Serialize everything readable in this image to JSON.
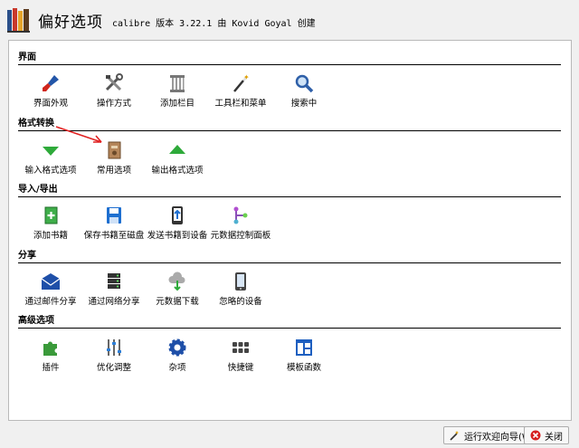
{
  "header": {
    "title": "偏好选项",
    "subtitle": "calibre 版本 3.22.1 由 Kovid Goyal 创建"
  },
  "sections": [
    {
      "title": "界面",
      "items": [
        {
          "label": "界面外观",
          "icon": "paintbrush-icon"
        },
        {
          "label": "操作方式",
          "icon": "tools-icon"
        },
        {
          "label": "添加栏目",
          "icon": "column-icon"
        },
        {
          "label": "工具栏和菜单",
          "icon": "magic-wand-icon"
        },
        {
          "label": "搜索中",
          "icon": "magnifier-icon"
        }
      ]
    },
    {
      "title": "格式转换",
      "items": [
        {
          "label": "输入格式选项",
          "icon": "arrow-down-icon"
        },
        {
          "label": "常用选项",
          "icon": "book-cover-icon"
        },
        {
          "label": "输出格式选项",
          "icon": "arrow-up-icon"
        }
      ]
    },
    {
      "title": "导入/导出",
      "items": [
        {
          "label": "添加书籍",
          "icon": "add-book-icon"
        },
        {
          "label": "保存书籍至磁盘",
          "icon": "save-disk-icon"
        },
        {
          "label": "发送书籍到设备",
          "icon": "send-device-icon"
        },
        {
          "label": "元数据控制面板",
          "icon": "plugboard-icon"
        }
      ]
    },
    {
      "title": "分享",
      "items": [
        {
          "label": "通过邮件分享",
          "icon": "mail-icon"
        },
        {
          "label": "通过网络分享",
          "icon": "server-icon"
        },
        {
          "label": "元数据下载",
          "icon": "cloud-download-icon"
        },
        {
          "label": "忽略的设备",
          "icon": "phone-icon"
        }
      ]
    },
    {
      "title": "高级选项",
      "items": [
        {
          "label": "插件",
          "icon": "puzzle-icon"
        },
        {
          "label": "优化调整",
          "icon": "sliders-icon"
        },
        {
          "label": "杂项",
          "icon": "gear-icon"
        },
        {
          "label": "快捷键",
          "icon": "keyboard-icon"
        },
        {
          "label": "模板函数",
          "icon": "template-icon"
        }
      ]
    }
  ],
  "buttons": {
    "wizard": "运行欢迎向导(W)",
    "close": "关闭"
  }
}
